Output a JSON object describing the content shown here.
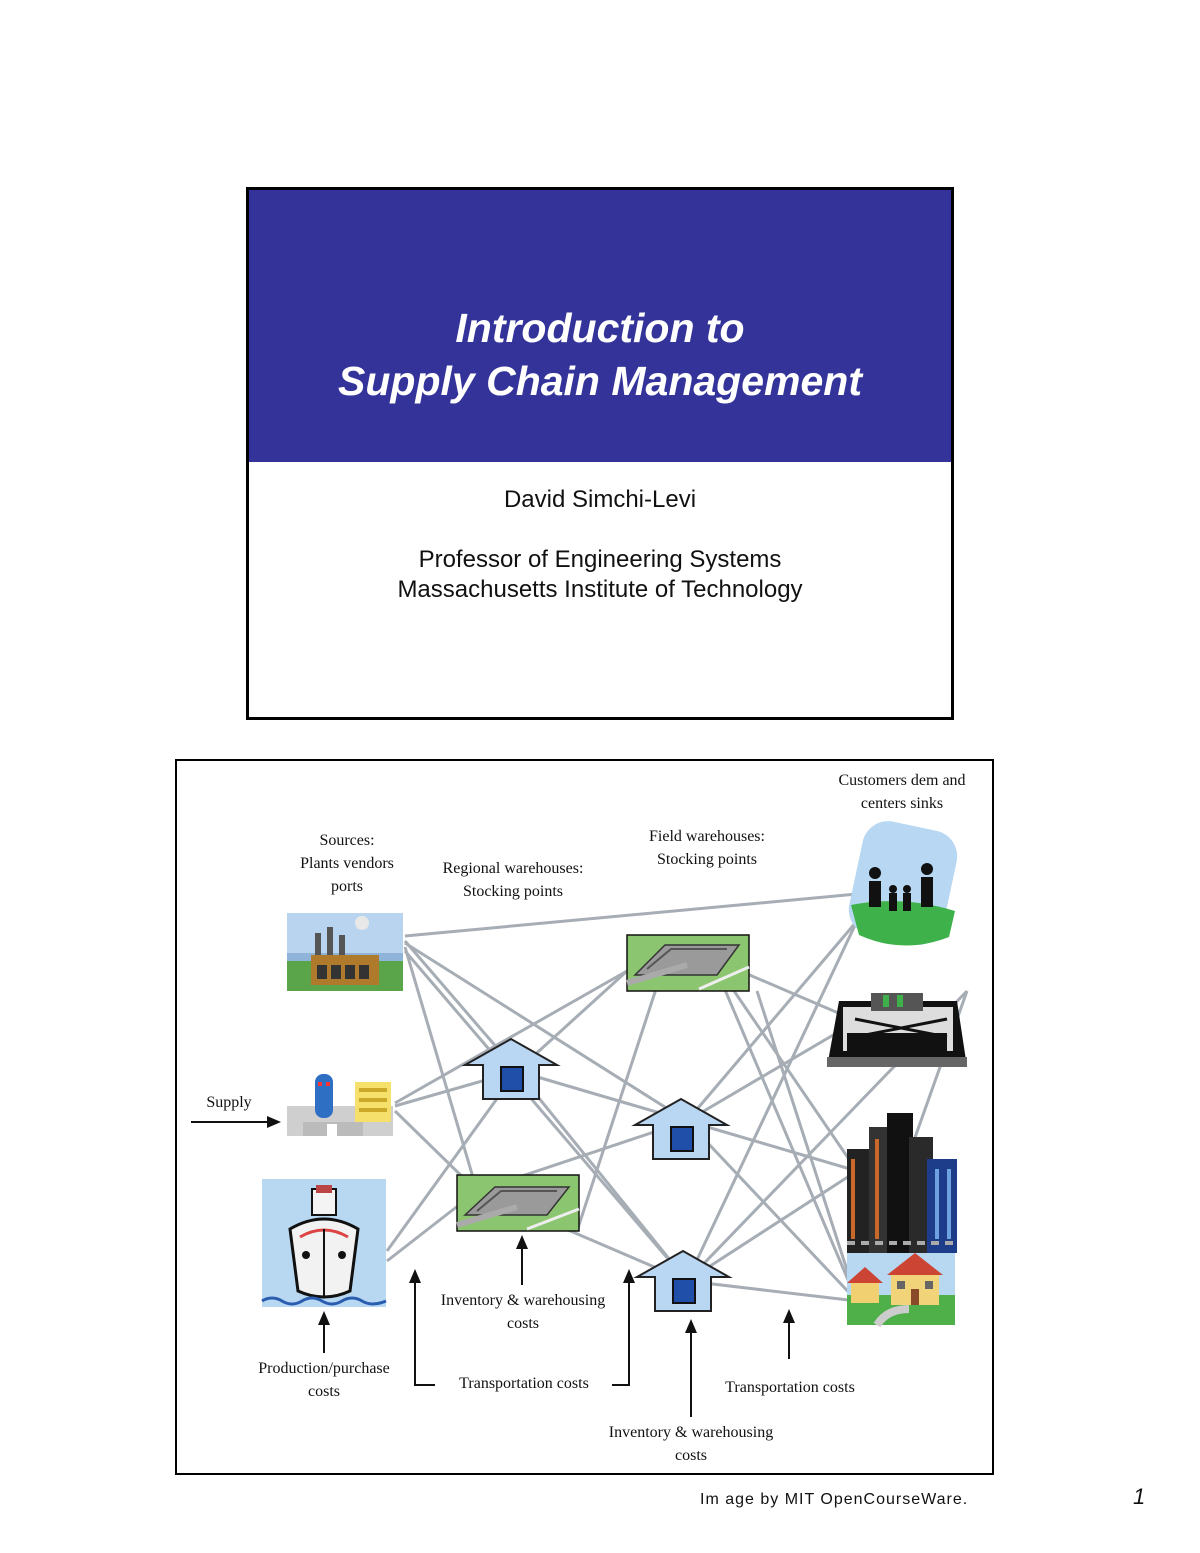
{
  "slide1": {
    "title_line1": "Introduction to",
    "title_line2": "Supply Chain Management",
    "author": "David Simchi-Levi",
    "affiliation_line1": "Professor of Engineering Systems",
    "affiliation_line2": "Massachusetts Institute of Technology",
    "band_color": "#33339a"
  },
  "slide2": {
    "labels": {
      "sources": [
        "Sources:",
        "Plants vendors",
        "ports"
      ],
      "regional": [
        "Regional warehouses:",
        "Stocking points"
      ],
      "field": [
        "Field warehouses:",
        "Stocking points"
      ],
      "customers": [
        "Customers dem and",
        "centers sinks"
      ],
      "supply": "Supply",
      "production": [
        "Production/purchase",
        "costs"
      ],
      "transport1": "Transportation costs",
      "inventory1": [
        "Inventory & warehousing",
        "costs"
      ],
      "inventory2": [
        "Inventory & warehousing",
        "costs"
      ],
      "transport2": "Transportation costs"
    },
    "icons": {
      "source_top": "factory-icon",
      "source_mid": "plant-icon",
      "source_bottom": "ship-icon",
      "regional_a": "warehouse-icon",
      "regional_b": "distribution-center-icon",
      "field_a": "distribution-center-icon",
      "field_b": "warehouse-icon",
      "field_c": "warehouse-icon",
      "customer_1": "people-icon",
      "customer_2": "store-icon",
      "customer_3": "city-icon",
      "customer_4": "houses-icon"
    },
    "colors": {
      "link": "#a7adb5",
      "warehouse_roof": "#b9d6f2",
      "warehouse_door": "#1f4fa8"
    }
  },
  "footer": {
    "credit": "Im age by MIT OpenCourseWare.",
    "page_number": "1"
  }
}
